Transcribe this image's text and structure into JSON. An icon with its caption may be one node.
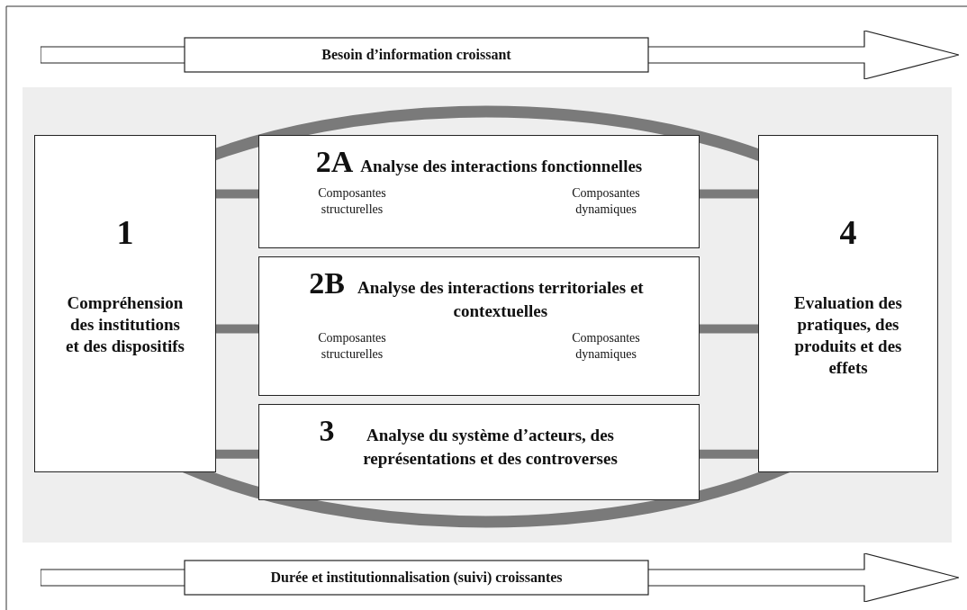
{
  "diagram": {
    "nodes": [
      {
        "text": [
          "Besoin d’information croissant"
        ]
      },
      {
        "text": [
          "1",
          "Compréhension des institutions et des dispositifs"
        ]
      },
      {
        "text": [
          "2A",
          "Analyse des interactions fonctionnelles",
          "Composantes structurelles",
          "Composantes dynamiques"
        ]
      },
      {
        "text": [
          "2B",
          "Analyse des interactions territoriales et contextuelles",
          "Composantes structurelles",
          "Composantes dynamiques"
        ]
      },
      {
        "text": [
          "3",
          "Analyse du système d’acteurs, des représentations et des controverses"
        ]
      },
      {
        "text": [
          "4",
          "Evaluation des pratiques, des produits et des effets"
        ]
      },
      {
        "text": [
          "Durée et institutionnalisation (suivi) croissantes"
        ]
      }
    ],
    "edges": [
      {
        "from": 1,
        "to": 2,
        "arrow": "none"
      },
      {
        "from": 1,
        "to": 3,
        "arrow": "none"
      },
      {
        "from": 1,
        "to": 4,
        "arrow": "none"
      },
      {
        "from": 2,
        "to": 5,
        "arrow": "none"
      },
      {
        "from": 3,
        "to": 5,
        "arrow": "none"
      },
      {
        "from": 4,
        "to": 5,
        "arrow": "none"
      }
    ]
  }
}
